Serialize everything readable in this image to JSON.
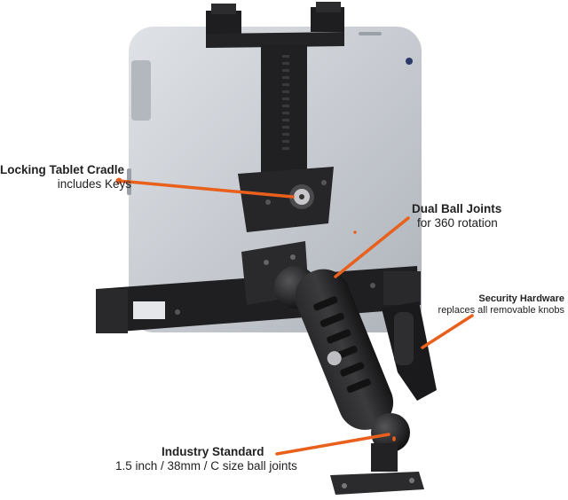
{
  "colors": {
    "accent_orange": "#e8601c",
    "tablet_silver": "#c9cdd3",
    "mount_black": "#1c1c1e",
    "label_text": "#222222"
  },
  "callouts": {
    "cradle": {
      "title": "Locking Tablet Cradle",
      "subtitle": "includes Keys"
    },
    "joints": {
      "title": "Dual Ball Joints",
      "subtitle": "for 360 rotation"
    },
    "security": {
      "title": "Security Hardware",
      "subtitle": "replaces all removable knobs"
    },
    "standard": {
      "title": "Industry Standard",
      "subtitle": "1.5 inch / 38mm / C size ball joints"
    }
  }
}
